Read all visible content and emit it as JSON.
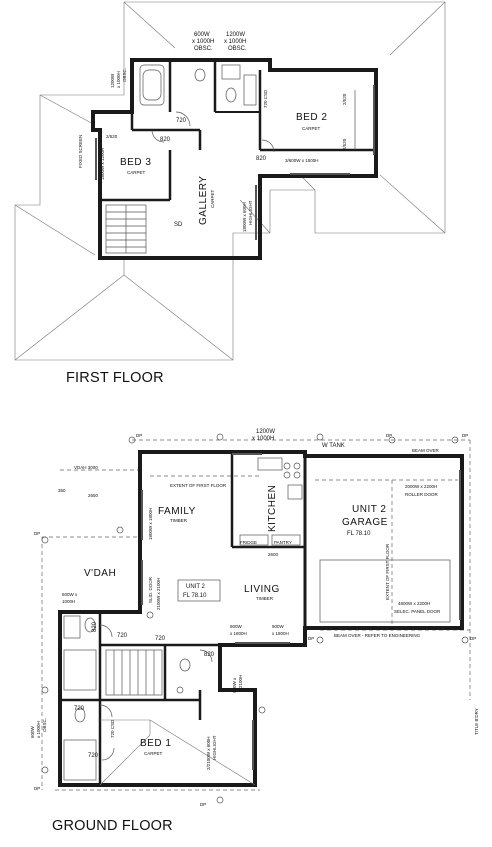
{
  "first_floor": {
    "title": "FIRST FLOOR",
    "rooms": {
      "bed2": "BED 2",
      "bed2_finish": "CARPET",
      "bed3": "BED 3",
      "bed3_finish": "CARPET",
      "gallery": "GALLERY",
      "gallery_finish": "CARPET"
    },
    "notes": {
      "w1": "600W",
      "w1b": "x 1000H",
      "w1c": "OBSC.",
      "w2": "1200W",
      "w2b": "x 1000H",
      "w2c": "OBSC.",
      "w3": "1200W",
      "w3b": "x 1000H",
      "w3c": "OBSC.",
      "csd": "720 CSD",
      "d720": "720",
      "d820a": "820",
      "d820b": "820",
      "d2520a": "2/520",
      "d2520b": "2/520",
      "d2520c": "2/520",
      "win_bed2": "3/600W x 1500H",
      "win_bed3": "1800W x 1200H",
      "screen": "FIXED SCREEN",
      "highlight": "1800W x 600H",
      "highlight2": "HIGHLIGHT",
      "sd": "SD"
    }
  },
  "ground_floor": {
    "title": "GROUND FLOOR",
    "rooms": {
      "family": "FAMILY",
      "family_finish": "TIMBER",
      "kitchen": "KITCHEN",
      "garage": "UNIT 2",
      "garage2": "GARAGE",
      "garage_fl": "FL 78.10",
      "living": "LIVING",
      "living_finish": "TIMBER",
      "unit": "UNIT 2",
      "unit_fl": "FL 78.10",
      "vdah": "V'DAH",
      "bed1": "BED 1",
      "bed1_finish": "CARPET"
    },
    "notes": {
      "top_win": "1200W",
      "top_win2": "x 1000H",
      "dp1": "DP",
      "dp2": "DP",
      "dp3": "DP",
      "dp4": "DP",
      "dp5": "DP",
      "dp6": "DP",
      "dp7": "DP",
      "dp8": "DP",
      "wtank": "W TANK",
      "beam_over": "BEAM OVER",
      "roller_door": "ROLLER DOOR",
      "roller_size": "2000W x 2200H",
      "extent_first": "EXTENT OF FIRST FLOOR",
      "extent_first2": "EXTENT OF FIRST FLOOR",
      "panel_size": "4800W x 2200H",
      "panel_door": "SELEC. PANEL DOOR",
      "beam_over2": "BEAM OVER - REFER TO ENGINEERING",
      "vdah_dim": "VDAH 3000",
      "d2650": "2650",
      "d2600": "2600",
      "fam_win": "1800W x 1800H",
      "slid_door": "SLID. DOOR",
      "slid_size": "2100W x 2100H",
      "vdah_win": "600W x",
      "vdah_win2": "1000H",
      "d820a": "820",
      "d820b": "820",
      "d720a": "720",
      "d720b": "720",
      "d720c": "720",
      "d720d": "720",
      "csd": "720 CSD",
      "liv_win1": "900W",
      "liv_win1b": "x 1800H",
      "liv_win2": "900W",
      "liv_win2b": "x 1800H",
      "hall_win": "900W x",
      "hall_win2": "2100H",
      "obsc_win": "600W",
      "obsc_win2": "x 1000H",
      "obsc_win3": "OBSC.",
      "bed1_win": "2/2100W x 600H",
      "bed1_win2": "HIGHLIGHT",
      "title_bdry": "TITLE B'DRY",
      "pantry": "PANTRY",
      "fridge": "FRIDGE",
      "d350": "350"
    }
  }
}
